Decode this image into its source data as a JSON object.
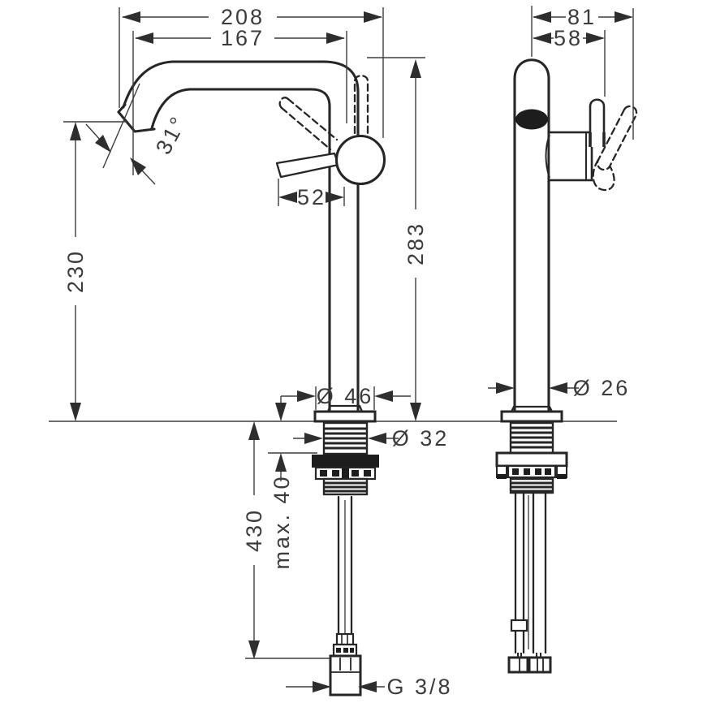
{
  "drawing": {
    "kind": "faucet-dimension-diagram",
    "views": [
      "front",
      "side"
    ],
    "colors": {
      "line": "#262626",
      "dimension_line": "#3d3d3d",
      "text": "#3b3b3b",
      "background": "#ffffff",
      "solid_fill": "#1d1d1d"
    },
    "labels": {
      "total_depth": "208",
      "spout_reach": "167",
      "side_total_width": "81",
      "side_handle_width": "58",
      "spout_height": "230",
      "total_height": "283",
      "handle_length": "52",
      "spout_angle": "31°",
      "base_diameter": "Ø 46",
      "shank_diameter": "Ø 32",
      "column_diameter": "Ø 26",
      "hose_length": "430",
      "max_mounting_thickness": "max. 40",
      "connection_thread": "G 3/8"
    }
  }
}
